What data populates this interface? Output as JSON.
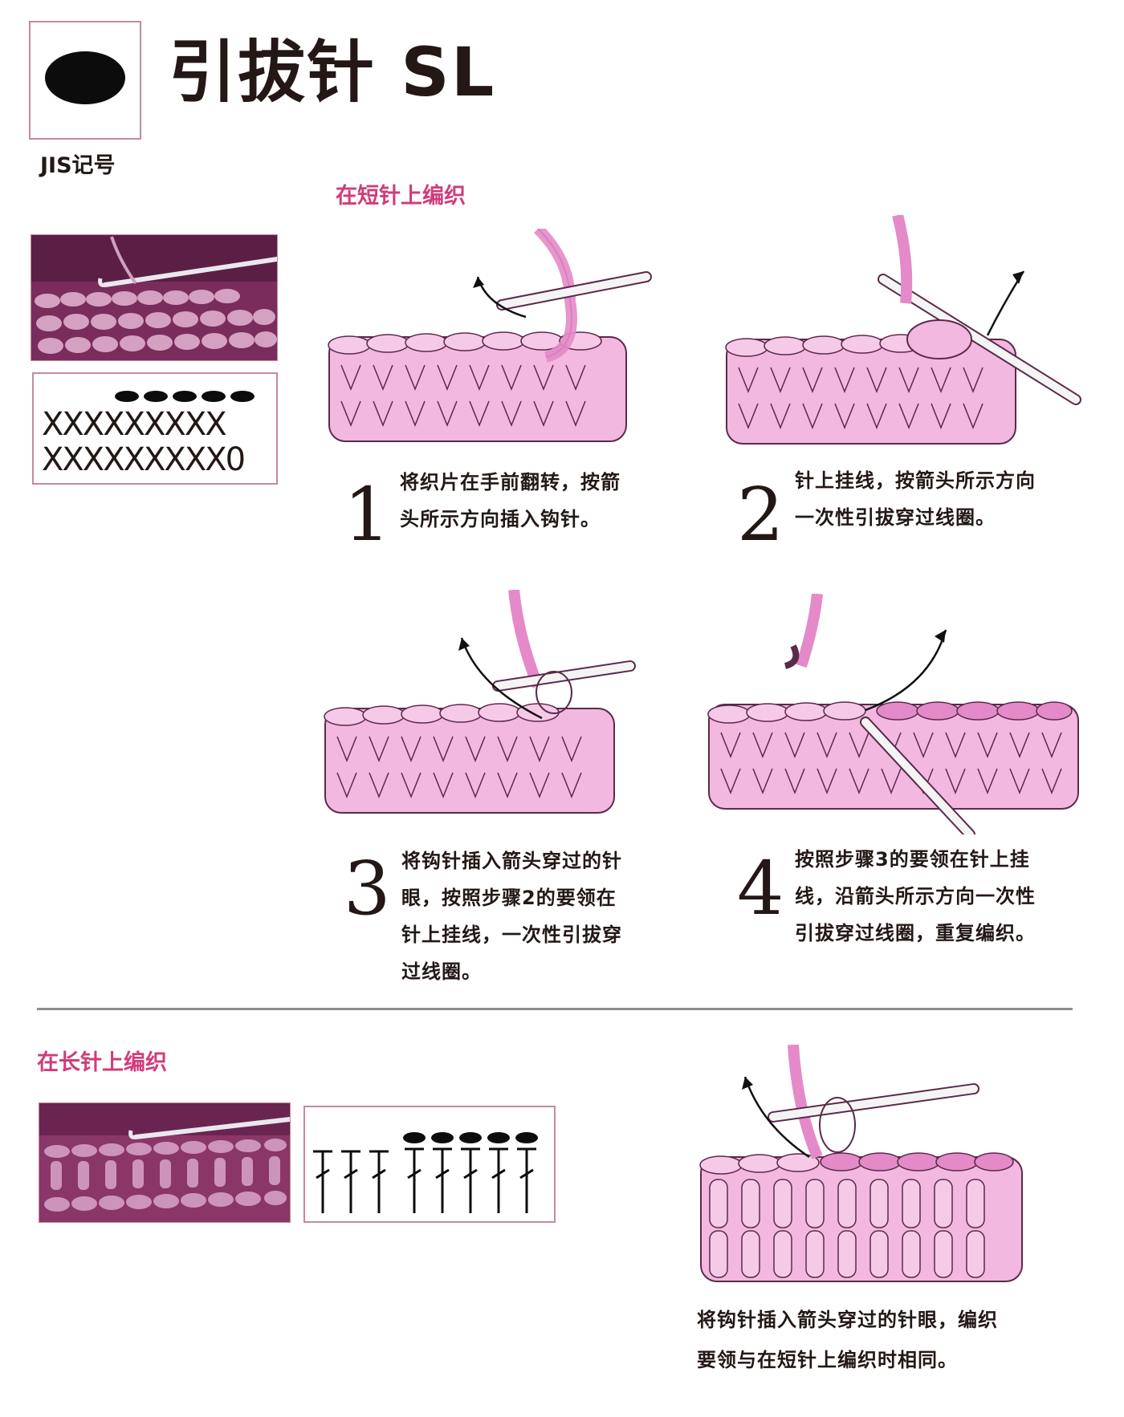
{
  "header": {
    "title": "引拔针 SL",
    "symbol_caption": "JIS记号"
  },
  "short_stitch": {
    "section_label": "在短针上编织",
    "chart": {
      "row_top": "XXXXXXXXX",
      "row_bottom": "XXXXXXXXX0"
    },
    "steps": [
      {
        "num": "1",
        "lines": [
          "将织片在手前翻转，按箭",
          "头所示方向插入钩针。"
        ]
      },
      {
        "num": "2",
        "lines": [
          "针上挂线，按箭头所示方向",
          "一次性引拔穿过线圈。"
        ]
      },
      {
        "num": "3",
        "lines": [
          "将钩针插入箭头穿过的针",
          "眼，按照步骤2的要领在",
          "针上挂线，一次性引拔穿",
          "过线圈。"
        ]
      },
      {
        "num": "4",
        "lines": [
          "按照步骤3的要领在针上挂",
          "线，沿箭头所示方向一次性",
          "引拔穿过线圈，重复编织。"
        ]
      }
    ]
  },
  "long_stitch": {
    "section_label": "在长针上编织",
    "caption_lines": [
      "将钩针插入箭头穿过的针眼，编织",
      "要领与在短针上编织时相同。"
    ]
  },
  "colors": {
    "accent": "#d13c7a",
    "frame": "#c48a9a",
    "yarn_light": "#f2b8e0",
    "yarn_mid": "#e48ac8",
    "yarn_outline": "#5a2a4a",
    "photo_dark": "#7a2c5c",
    "photo_light": "#d19ac0"
  }
}
